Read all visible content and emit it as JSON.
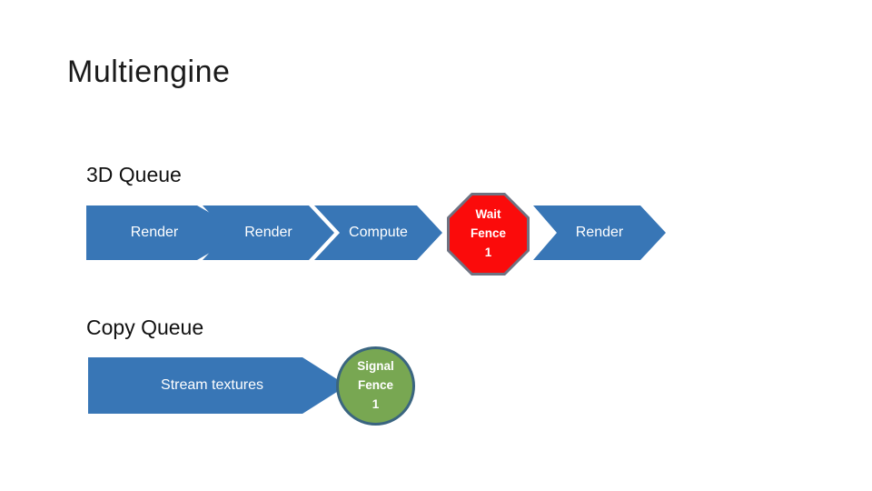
{
  "slide": {
    "title": "Multiengine"
  },
  "colors": {
    "slide_background": "#ffffff",
    "arrow_blue": "#3876b6",
    "arrow_text": "#ffffff",
    "stop_red": "#fb0b0b",
    "stop_border": "#6e7382",
    "signal_green": "#78a752",
    "signal_border": "#3a6580"
  },
  "queues": {
    "three_d": {
      "label": "3D Queue",
      "segments": [
        {
          "label": "Render"
        },
        {
          "label": "Render"
        },
        {
          "label": "Compute"
        }
      ],
      "wait_marker": {
        "label": "Wait\nFence\n1"
      },
      "after_segment": {
        "label": "Render"
      }
    },
    "copy": {
      "label": "Copy Queue",
      "segments": [
        {
          "label": "Stream textures"
        }
      ],
      "signal_marker": {
        "label": "Signal\nFence\n1"
      }
    }
  }
}
